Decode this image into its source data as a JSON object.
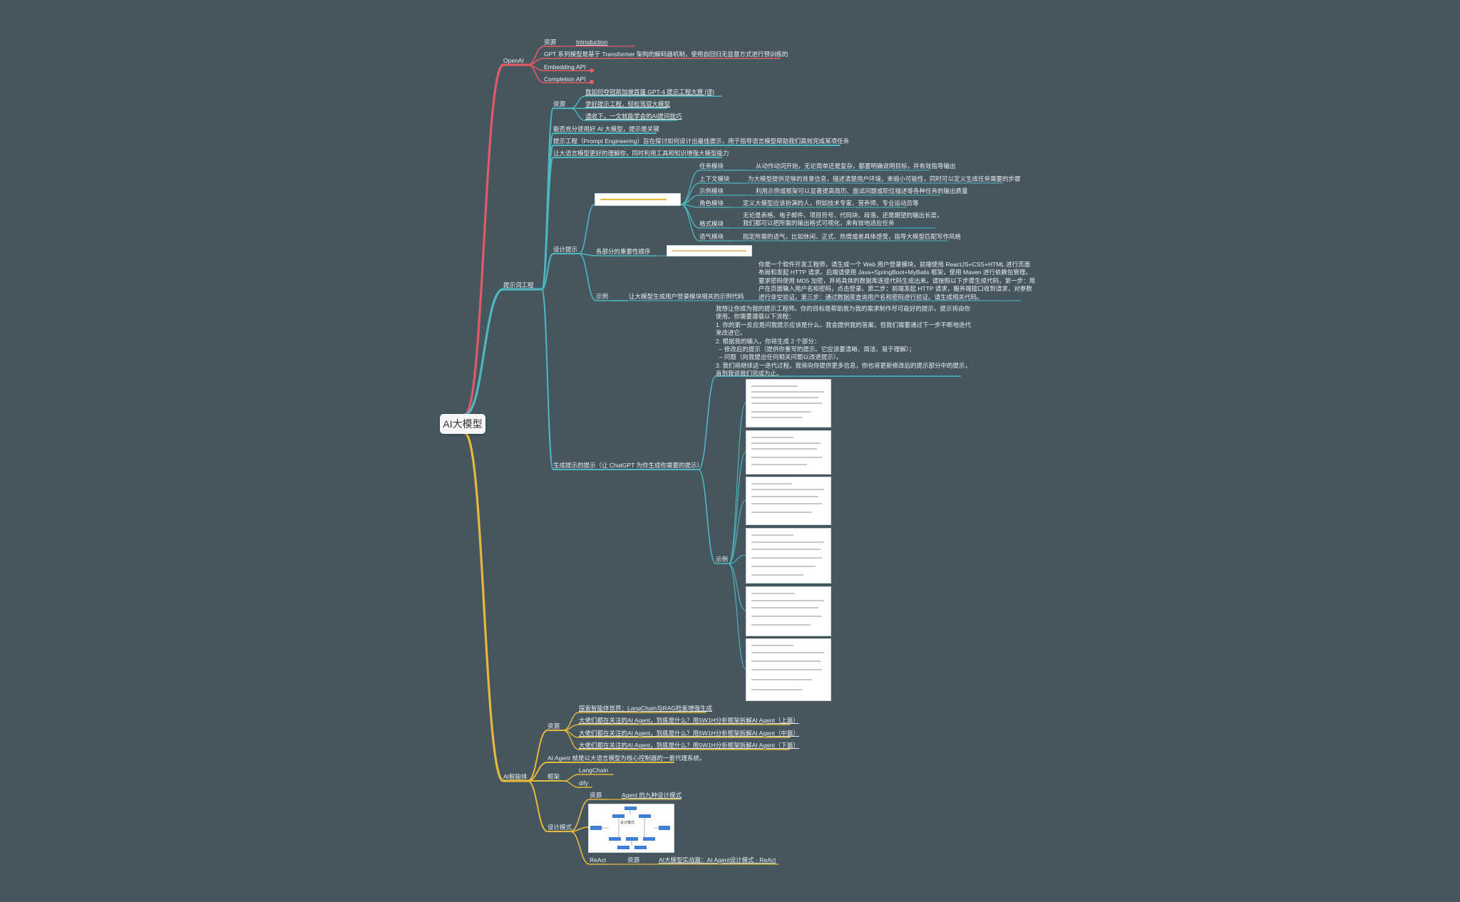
{
  "root": "AI大模型",
  "colors": {
    "background": "#46565f",
    "openai": "#e25a66",
    "prompt": "#4fb8bf",
    "agent": "#e6b93c",
    "root_bg": "#f4f6f7"
  },
  "openai": {
    "label": "OpenAI",
    "resources_label": "资源",
    "intro": "Introduction",
    "gpt": "GPT 系列模型是基于 Transformer 架构的解码器机制，使用自回归无监督方式进行预训练的",
    "embedding": "Embedding API",
    "completion": "Completion API"
  },
  "prompt": {
    "label": "提示词工程",
    "resources_label": "资源",
    "resources": [
      "我如何夺冠新加坡首届 GPT-4 提示工程大赛 [译]",
      "学好提示工程，轻松驾驭大模型",
      "请收下，一文就能学会的AI提问技巧"
    ],
    "key": "能否充分使用好 AI 大模型，提示是关键",
    "definition": "提示工程（Prompt Engineering）旨在探讨如何设计出最佳提示，用于指导语言模型帮助我们高效完成某项任务",
    "better": "让大语言模型更好的理解你，同时利用工具和知识增强大模型能力",
    "design": {
      "label": "设计提示",
      "modules": [
        {
          "name": "任务模块",
          "desc": "从动作动词开始，无论简单还是复杂，都要明确说明目标，并有效指导输出"
        },
        {
          "name": "上下文模块",
          "desc": "为大模型提供足够的背景信息，描述清楚用户环境，来缩小可能性，同时可以定义生成任务需要的步骤"
        },
        {
          "name": "示例模块",
          "desc": "利用示例或框架可以显著提高简历、面试问题或职位描述等各种任务的输出质量"
        },
        {
          "name": "角色模块",
          "desc": "定义大模型应该扮演的人，例如技术专家、营养师、专业运动员等"
        },
        {
          "name": "格式模块",
          "desc": "无论是表格、电子邮件、项目符号、代码块、段落，还是期望的输出长度，\n我们都可以把所需的输出格式可视化，来有效地适应任务"
        },
        {
          "name": "语气模块",
          "desc": "指定所需的语气，比如休闲、正式、热情或者具体感受，指导大模型匹配写作风格"
        }
      ],
      "order_label": "各部分的重要性顺序",
      "example_label": "示例",
      "example_text": "让大模型生成用户登录模块相关的示例代码",
      "example_body": "你是一个软件开发工程师，请生成一个 Web 用户登录模块，前端使用 ReactJS+CSS+HTML 进行页面\n布局和发起 HTTP 请求。后端请使用 Java+SpringBoot+MyBatis 框架，使用 Maven 进行依赖包管理。\n要求密码使用 MD5 加密，并将具体的数据库连接代码生成出来。请按照以下步骤生成代码，第一步：用\n户在页面输入用户名和密码，点击登录。第二步：前端发起 HTTP 请求，服务端接口收到请求，对参数\n进行非空验证。第三步：通过数据库查询用户名和密码进行验证。请生成相关代码。"
    },
    "generate": {
      "label": "生成提示的提示（让 ChatGPT 为你生成你需要的提示）",
      "body": "我想让你成为我的提示工程师。你的目标是帮助我为我的需求制作尽可能好的提示。提示将由你\n使用。你需要遵循以下流程：\n1. 你的第一反应是问我提示应该是什么。我会提供我的答案，但我们需要通过下一步不断地迭代\n来改进它。\n2. 根据我的输入，你将生成 2 个部分：\n  ‒ 修改后的提示（提供你重写的提示。它应该要清晰、简洁、易于理解）；\n  ‒ 问题（向我提出任何相关问题以改进提示）。\n3. 我们将继续这一迭代过程，我将向你提供更多信息，你也将更新修改后的提示部分中的提示，\n直到我说我们完成为止。",
      "example_label": "示例"
    }
  },
  "agent": {
    "label": "AI智能体",
    "resources_label": "资源",
    "resources": [
      "探索智能体世界：LangChain与RAG检索增强生成",
      "大佬们都在关注的AI Agent，到底是什么？用5W1H分析框架拆解AI Agent（上篇）",
      "大佬们都在关注的AI Agent，到底是什么？用5W1H分析框架拆解AI Agent（中篇）",
      "大佬们都在关注的AI Agent，到底是什么？用5W1H分析框架拆解AI Agent（下篇）"
    ],
    "definition": "AI Agent 就是以大语言模型为核心控制器的一套代理系统。",
    "framework_label": "框架",
    "frameworks": [
      "LangChain",
      "dify"
    ],
    "design_label": "设计模式",
    "design_resources_label": "资源",
    "design_resource": "Agent 的九种设计模式",
    "react_label": "ReAct",
    "react_resources_label": "资源",
    "react_resource": "AI大模型实战篇：AI Agent设计模式 - ReAct",
    "diagram_title": "设计模式"
  }
}
